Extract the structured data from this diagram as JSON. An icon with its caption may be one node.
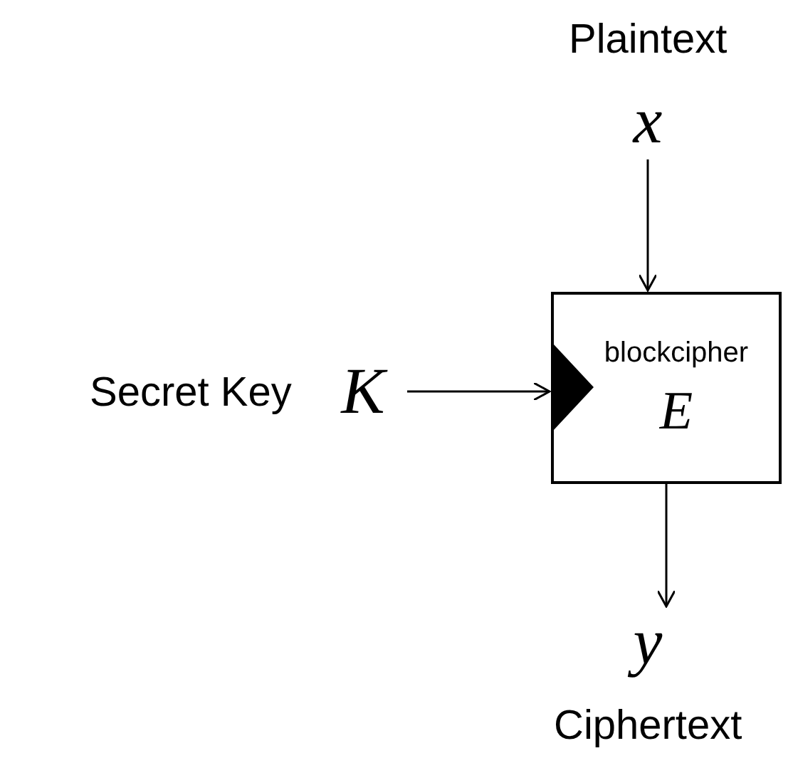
{
  "diagram": {
    "nodes": [
      {
        "text": [
          "x"
        ],
        "beside": [
          "Plaintext"
        ]
      },
      {
        "text": [
          "K"
        ],
        "beside": [
          "Secret Key"
        ]
      },
      {
        "text": [
          "blockcipher",
          "E"
        ]
      },
      {
        "text": [
          "y"
        ],
        "beside": [
          "Ciphertext"
        ]
      }
    ],
    "edges": [
      {
        "from": 0,
        "to": 2,
        "arrow": "to"
      },
      {
        "from": 1,
        "to": 2,
        "arrow": "to"
      },
      {
        "from": 2,
        "to": 3,
        "arrow": "to"
      }
    ]
  }
}
